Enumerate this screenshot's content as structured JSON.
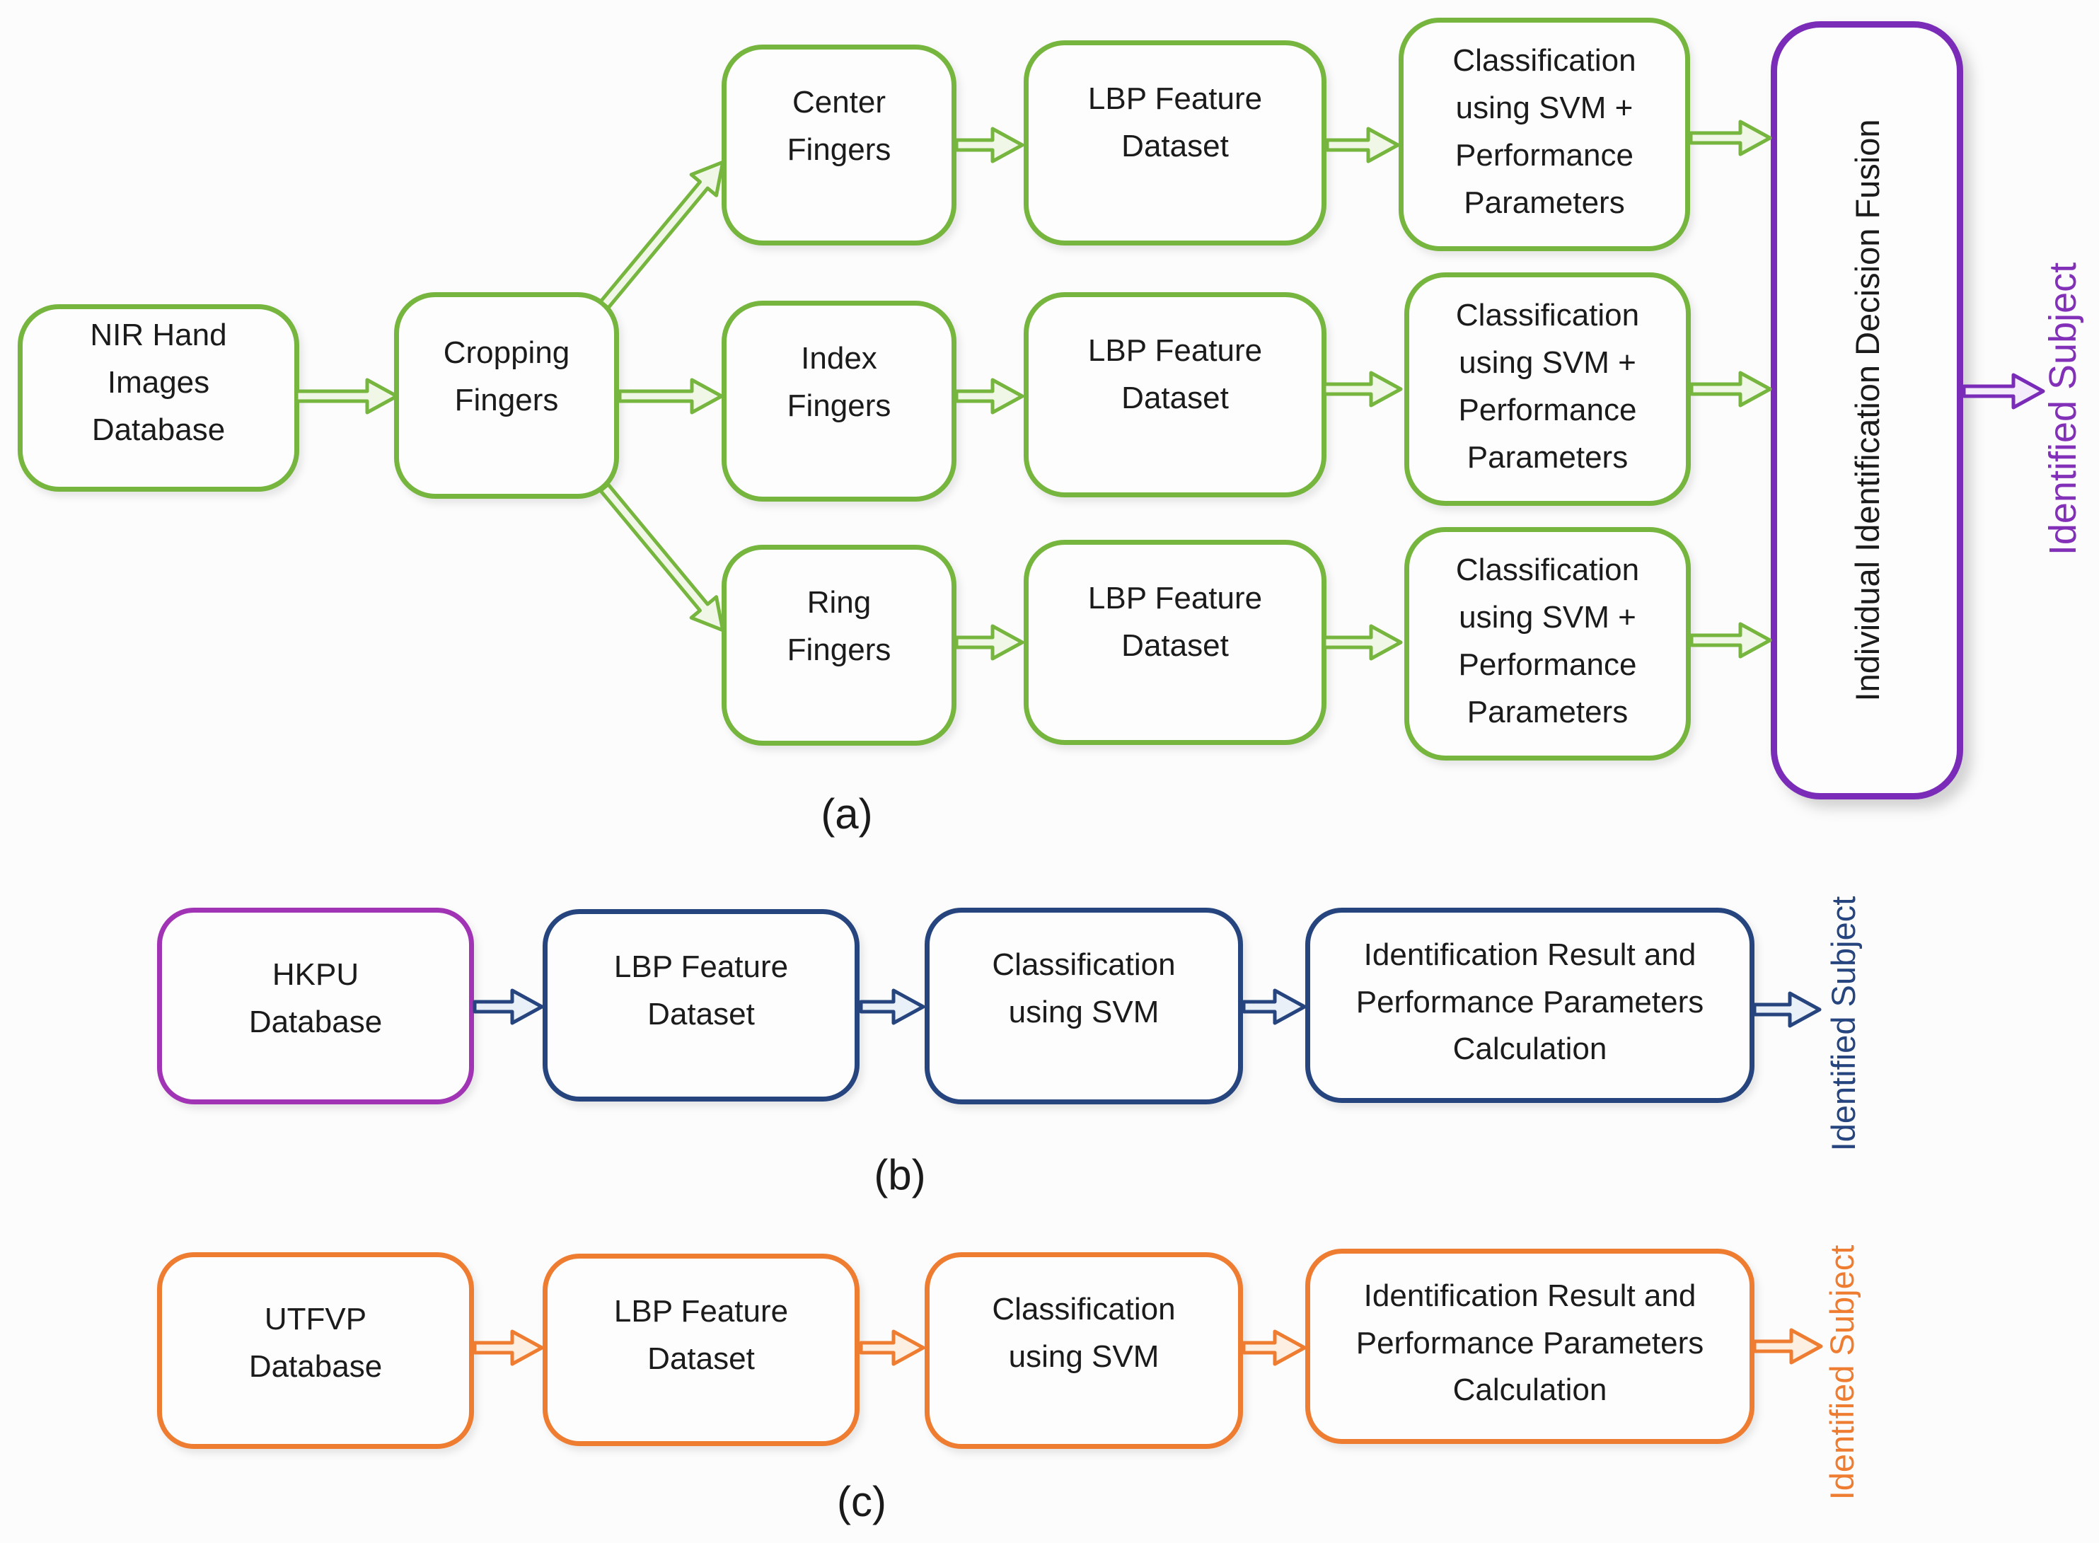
{
  "colors": {
    "green": "#76b53e",
    "purple": "#7a2cb8",
    "magenta": "#a134b4",
    "navy": "#26457e",
    "orange": "#ee7d31",
    "violet_text": "#8330b8",
    "box_text": "#1b1b1b",
    "label_text": "#1a1a1a"
  },
  "panel_a": {
    "label": "(a)",
    "source": "NIR Hand Images Database",
    "cropping": "Cropping Fingers",
    "rows": [
      {
        "branch": "Center Fingers",
        "lbp": "LBP Feature Dataset",
        "classification": "Classification using SVM + Performance Parameters"
      },
      {
        "branch": "Index Fingers",
        "lbp": "LBP Feature Dataset",
        "classification": "Classification using SVM + Performance Parameters"
      },
      {
        "branch": "Ring Fingers",
        "lbp": "LBP Feature Dataset",
        "classification": "Classification using SVM + Performance Parameters"
      }
    ],
    "fusion": "Individual Identification Decision Fusion",
    "output": "Identified Subject"
  },
  "panel_b": {
    "label": "(b)",
    "source": "HKPU Database",
    "lbp": "LBP Feature Dataset",
    "classification": "Classification using SVM",
    "result": "Identification Result and Performance Parameters Calculation",
    "output": "Identified Subject"
  },
  "panel_c": {
    "label": "(c)",
    "source": "UTFVP Database",
    "lbp": "LBP Feature Dataset",
    "classification": "Classification using SVM",
    "result": "Identification Result and Performance Parameters Calculation",
    "output": "Identified Subject"
  }
}
